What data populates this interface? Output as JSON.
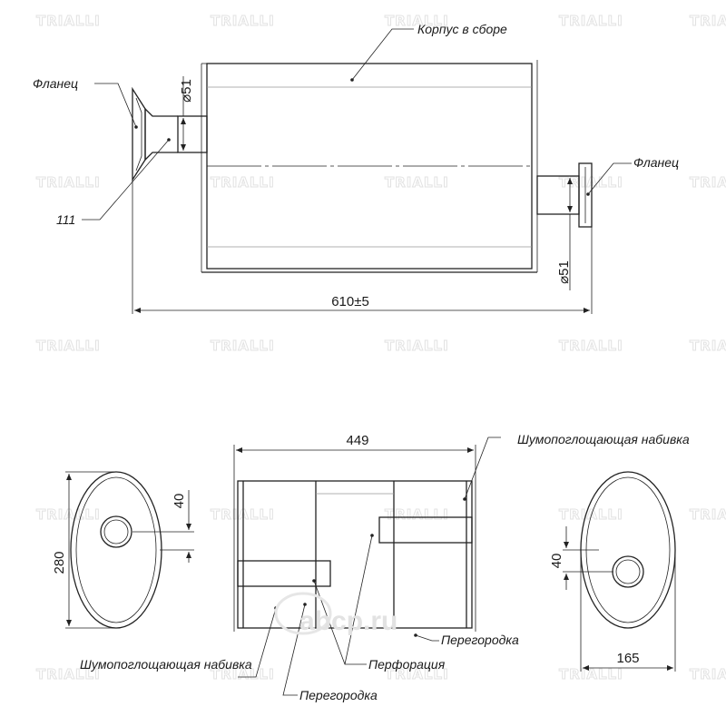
{
  "watermark": {
    "brand": "TRIALLI",
    "brand_color": "#d9d9d9"
  },
  "side_view": {
    "labels": {
      "body_assembly": "Корпус в сборе",
      "flange_left": "Фланец",
      "flange_right": "Фланец",
      "angle": "111"
    },
    "dimensions": {
      "pipe_left_diameter": "⌀51",
      "pipe_right_diameter": "⌀51",
      "total_length": "610±5"
    }
  },
  "section_view": {
    "labels": {
      "packing_top": "Шумопоглощающая набивка",
      "packing_bottom": "Шумопоглощающая набивка",
      "partition_right": "Перегородка",
      "perforation": "Перфорация",
      "partition_bottom": "Перегородка"
    },
    "dimensions": {
      "body_length": "449"
    }
  },
  "end_view_left": {
    "dimensions": {
      "height": "280",
      "offset": "40"
    }
  },
  "end_view_right": {
    "dimensions": {
      "width": "165",
      "offset": "40"
    }
  },
  "overlay": {
    "site_logo": "abcp.ru",
    "logo_color": "#e0e0e0"
  },
  "colors": {
    "line": "#222222",
    "hatch": "#333333",
    "background": "#ffffff"
  }
}
